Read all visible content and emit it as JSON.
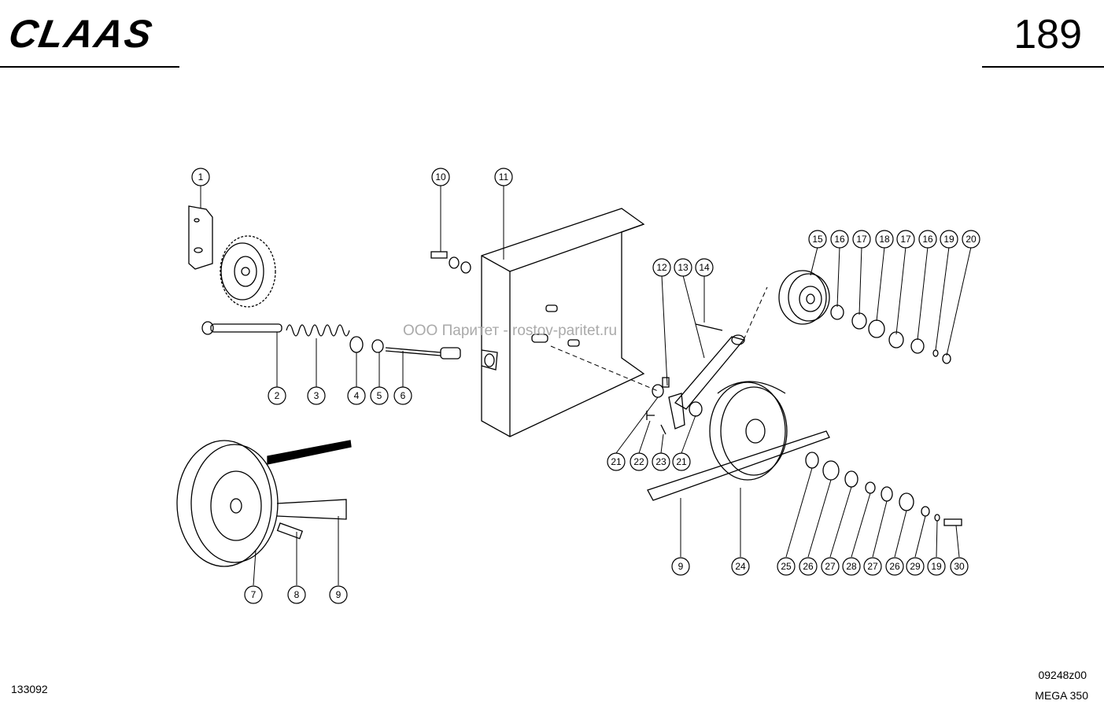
{
  "header": {
    "brand": "CLAAS",
    "page_number": "189"
  },
  "footer": {
    "drawing_code": "133092",
    "figure_code": "09248z00",
    "model": "MEGA 350"
  },
  "watermark": "ООО Паритет - rostov-paritet.ru",
  "callouts": [
    "1",
    "2",
    "3",
    "4",
    "5",
    "6",
    "7",
    "8",
    "9",
    "9",
    "10",
    "11",
    "12",
    "13",
    "14",
    "15",
    "16",
    "17",
    "18",
    "17",
    "16",
    "19",
    "20",
    "21",
    "22",
    "23",
    "21",
    "24",
    "25",
    "26",
    "27",
    "28",
    "27",
    "26",
    "29",
    "19",
    "30"
  ]
}
